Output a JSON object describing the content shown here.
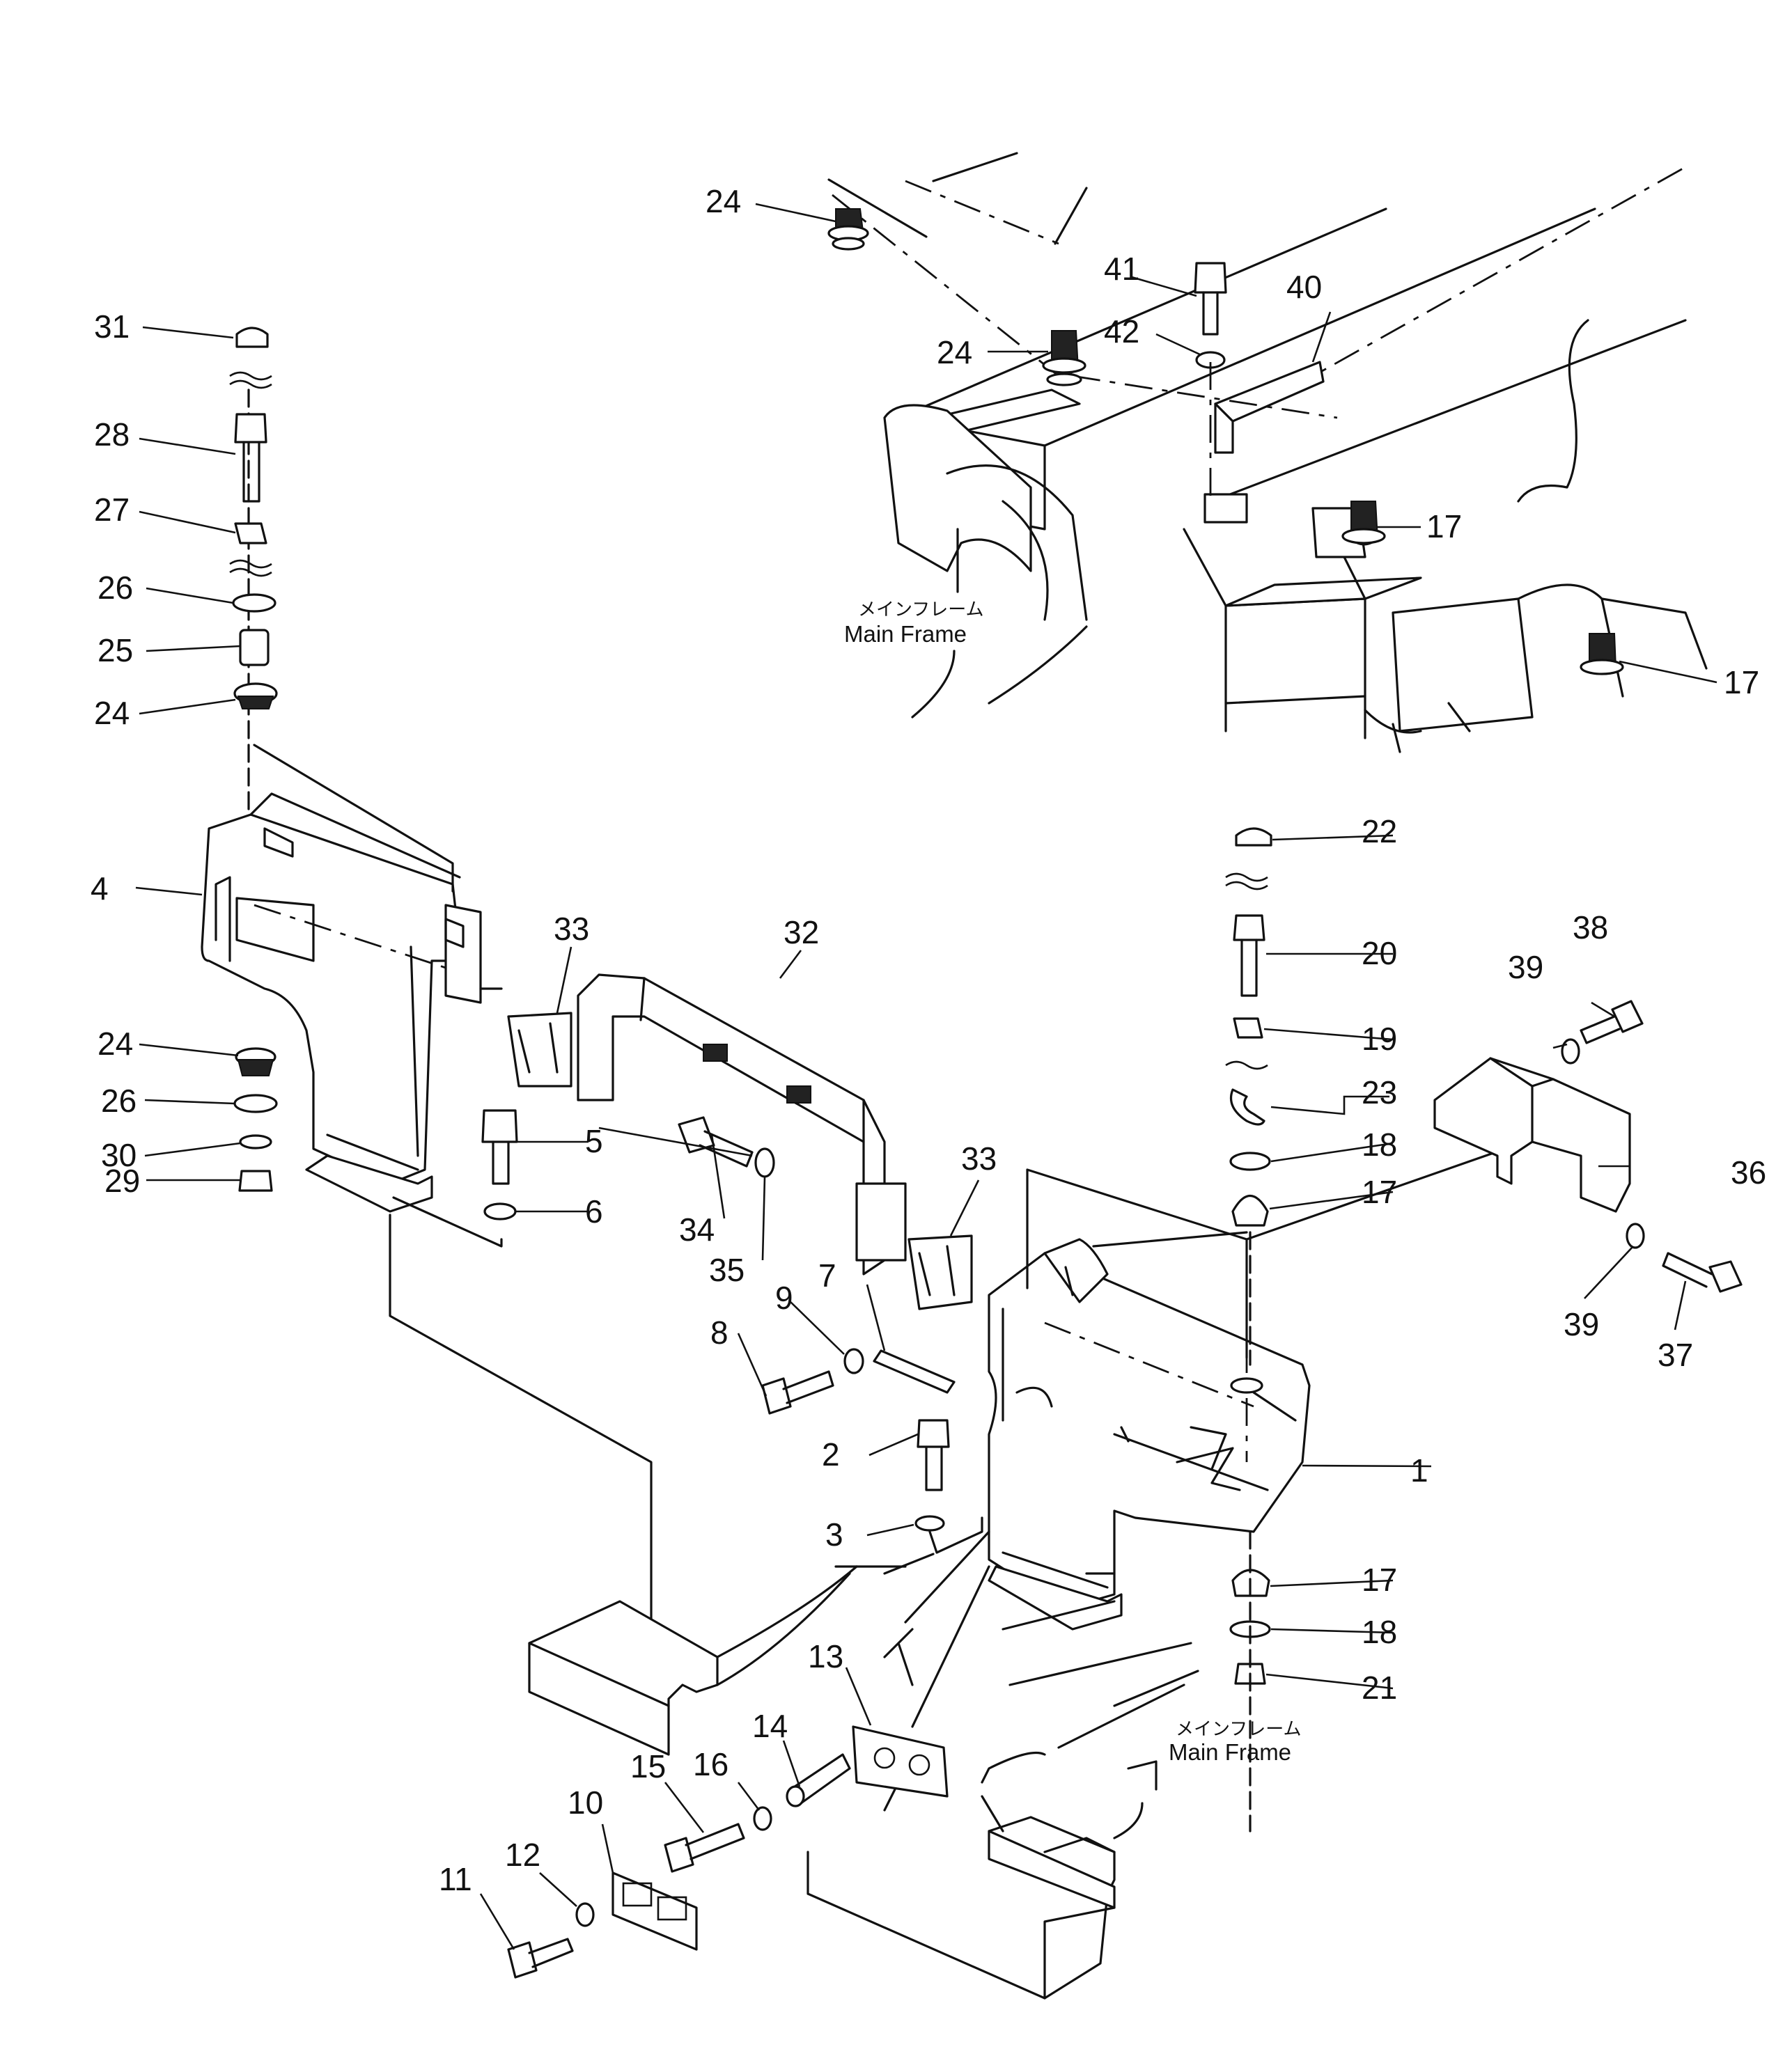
{
  "labels": {
    "main_frame_jp": "メインフレーム",
    "main_frame_en": "Main Frame"
  },
  "callouts": {
    "c1": "1",
    "c2": "2",
    "c3": "3",
    "c4": "4",
    "c5": "5",
    "c6": "6",
    "c7": "7",
    "c8": "8",
    "c9": "9",
    "c10": "10",
    "c11": "11",
    "c12": "12",
    "c13": "13",
    "c14": "14",
    "c15": "15",
    "c16": "16",
    "c17": "17",
    "c18": "18",
    "c19": "19",
    "c20": "20",
    "c21": "21",
    "c22": "22",
    "c23": "23",
    "c24": "24",
    "c25": "25",
    "c26": "26",
    "c27": "27",
    "c28": "28",
    "c29": "29",
    "c30": "30",
    "c31": "31",
    "c32": "32",
    "c33": "33",
    "c34": "34",
    "c35": "35",
    "c36": "36",
    "c37": "37",
    "c38": "38",
    "c39": "39",
    "c40": "40",
    "c41": "41",
    "c42": "42"
  }
}
